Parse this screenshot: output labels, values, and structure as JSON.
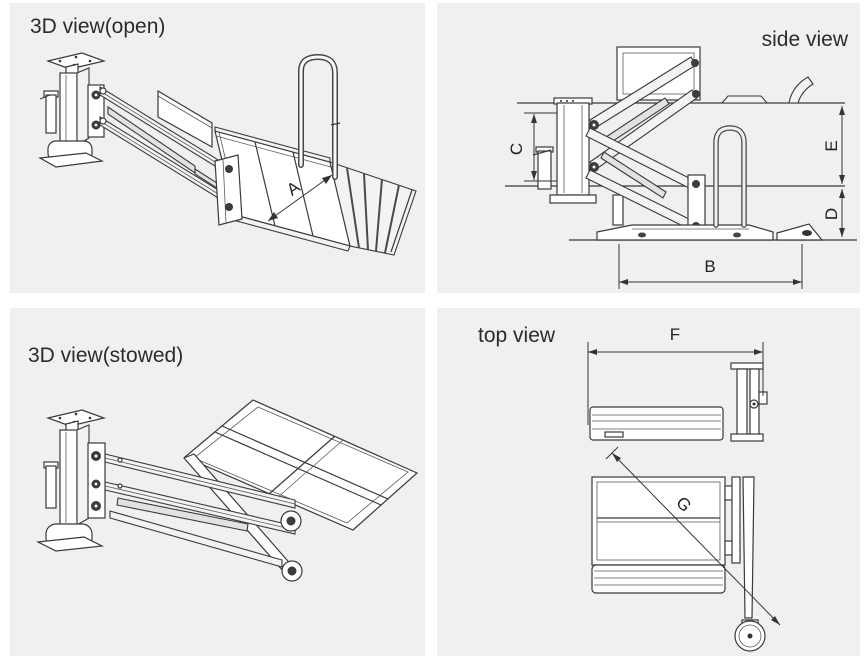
{
  "colors": {
    "page_bg": "#ffffff",
    "panel_bg": "#f0f0f0",
    "line": "#3a3a3a",
    "text": "#2b2b2b"
  },
  "panel_open": {
    "title": "3D view(open)",
    "dim_a": "A"
  },
  "panel_side": {
    "title": "side view",
    "dim_b": "B",
    "dim_c": "C",
    "dim_d": "D",
    "dim_e": "E"
  },
  "panel_stowed": {
    "title": "3D view(stowed)"
  },
  "panel_top": {
    "title": "top view",
    "dim_f": "F",
    "dim_g": "G"
  }
}
